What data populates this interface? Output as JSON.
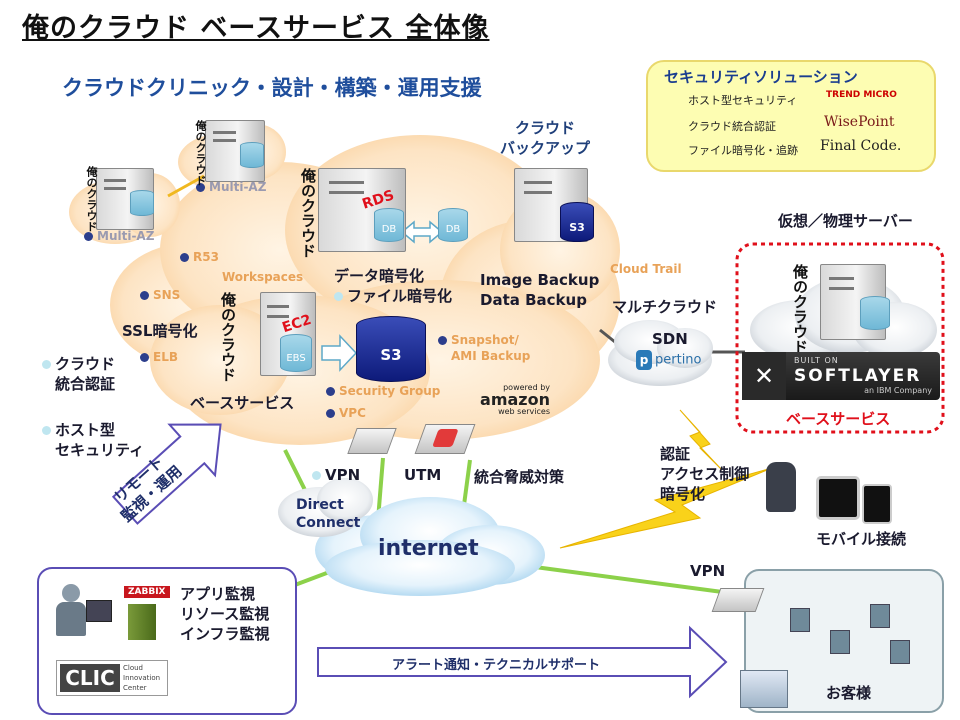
{
  "title": "俺のクラウド ベースサービス 全体像",
  "subtitle": "クラウドクリニック・設計・構築・運用支援",
  "security": {
    "title": "セキュリティソリューション",
    "rows": [
      {
        "label": "ホスト型セキュリティ",
        "brand": "TREND MICRO"
      },
      {
        "label": "クラウド統合認証",
        "brand": "WisePoint"
      },
      {
        "label": "ファイル暗号化・追跡",
        "brand": "Final Code."
      }
    ]
  },
  "cloud": {
    "multi_az_1": "Multi-AZ",
    "multi_az_2": "Multi-AZ",
    "r53": "R53",
    "workspaces": "Workspaces",
    "sns": "SNS",
    "ssl": "SSL暗号化",
    "elb": "ELB",
    "rds": "RDS",
    "db1": "DB",
    "db2": "DB",
    "encrypt": [
      "データ暗号化",
      "ファイル暗号化"
    ],
    "ec2": "EC2",
    "ebs": "EBS",
    "s3": "S3",
    "snapshot": [
      "Snapshot/",
      "AMI Backup"
    ],
    "base_service": "ベースサービス",
    "security_group": "Security Group",
    "vpc": "VPC",
    "aws_logo": [
      "powered by",
      "amazon",
      "web services"
    ],
    "logo_text": "俺のクラウド"
  },
  "backup": {
    "title": [
      "クラウド",
      "バックアップ"
    ],
    "s3": "S3",
    "image_backup": [
      "Image Backup",
      "Data Backup"
    ],
    "cloud_trail": "Cloud Trail"
  },
  "left_labels": {
    "cloud_auth": [
      "クラウド",
      "統合認証"
    ],
    "host_security": [
      "ホスト型",
      "セキュリティ"
    ],
    "remote": [
      "リモート",
      "監視・運用"
    ]
  },
  "network": {
    "vpn": "VPN",
    "utm": "UTM",
    "threat": "統合脅威対策",
    "direct_connect": [
      "Direct",
      "Connect"
    ],
    "internet": "internet",
    "multi_cloud": "マルチクラウド",
    "sdn": "SDN",
    "pertino": "pertino",
    "auth": [
      "認証",
      "アクセス制御",
      "暗号化"
    ],
    "mobile": "モバイル接続",
    "vpn2": "VPN"
  },
  "softlayer": {
    "title": "仮想／物理サーバー",
    "built_on": "BUILT ON",
    "name": "SOFTLAYER",
    "ibm": "an IBM Company",
    "base_service": "ベースサービス"
  },
  "monitoring": {
    "zabbix": "ZABBIX",
    "lines": [
      "アプリ監視",
      "リソース監視",
      "インフラ監視"
    ],
    "clic": "CLIC",
    "clic_sub": [
      "Cloud",
      "Innovation",
      "Center"
    ],
    "alert": "アラート通知・テクニカルサポート"
  },
  "customer": {
    "label": "お客様"
  },
  "colors": {
    "title_blue": "#1f4e9c",
    "cloud_orange": "#fde3bf",
    "link_green": "#8cd14a",
    "dashed_red": "#e0101b",
    "panel_purple": "#5a4db5"
  }
}
